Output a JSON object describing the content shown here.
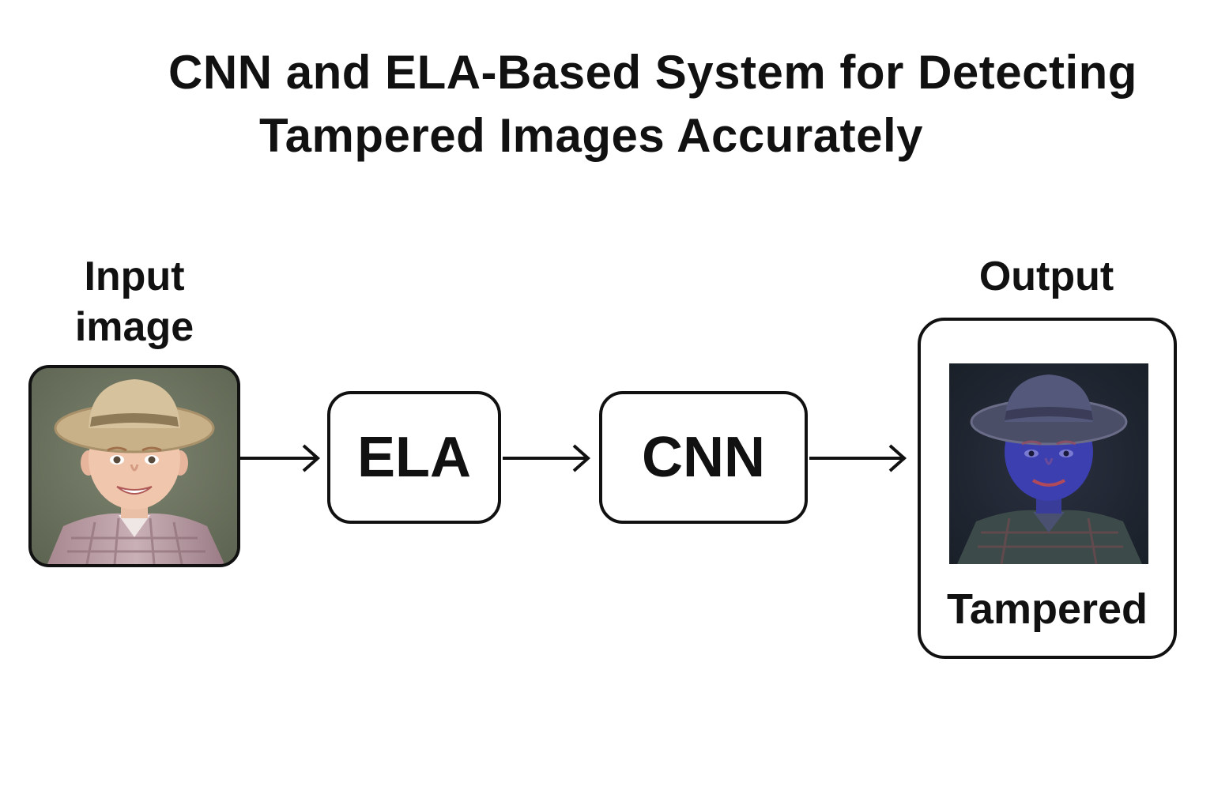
{
  "title": {
    "line1": "CNN and ELA-Based System for Detecting",
    "line2": "Tampered Images Accurately"
  },
  "input": {
    "label_line1": "Input",
    "label_line2": "image"
  },
  "stages": {
    "ela": "ELA",
    "cnn": "CNN"
  },
  "output": {
    "label": "Output",
    "result": "Tampered"
  }
}
